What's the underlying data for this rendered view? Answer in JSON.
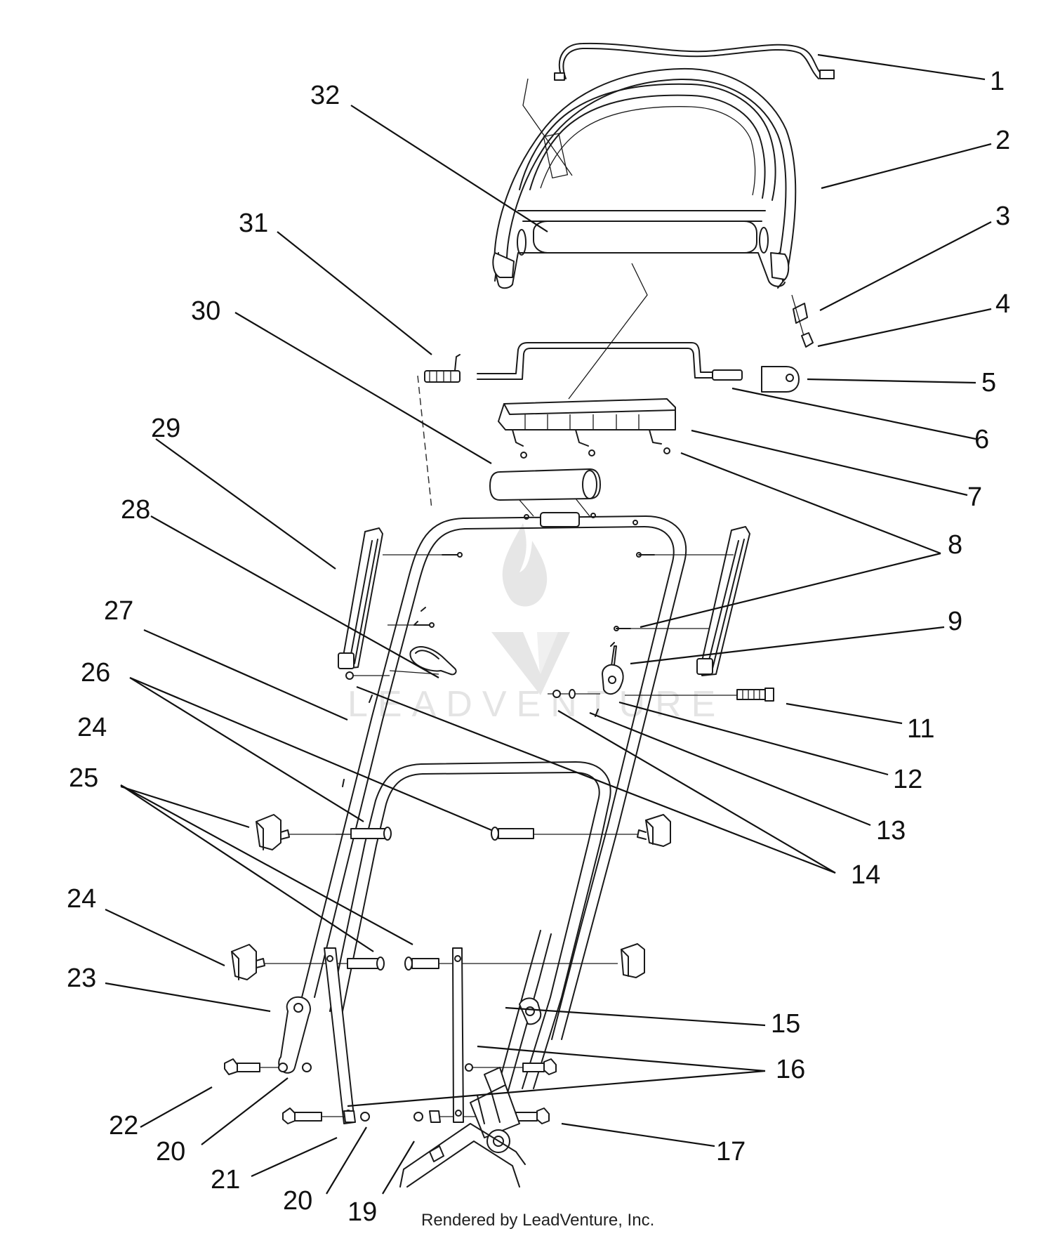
{
  "diagram": {
    "watermark_text": "LEADVENTURE",
    "credit": "Rendered by LeadVenture, Inc.",
    "callouts": [
      "1",
      "2",
      "3",
      "4",
      "5",
      "6",
      "7",
      "8",
      "9",
      "11",
      "12",
      "13",
      "14",
      "15",
      "16",
      "17",
      "19",
      "20",
      "21",
      "22",
      "23",
      "24",
      "25",
      "26",
      "27",
      "28",
      "29",
      "30",
      "31",
      "32"
    ]
  }
}
